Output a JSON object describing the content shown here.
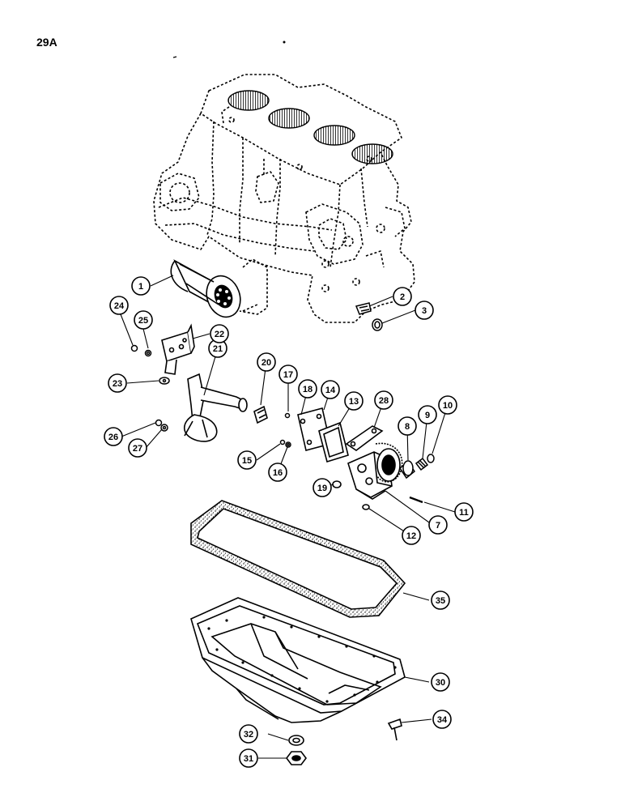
{
  "page": {
    "number": "29A"
  },
  "callouts": [
    {
      "num": "1",
      "part": "oil-filter"
    },
    {
      "num": "2",
      "part": "plug"
    },
    {
      "num": "3",
      "part": "seal"
    },
    {
      "num": "7",
      "part": "oil-pump-body"
    },
    {
      "num": "8",
      "part": "relief-valve-plunger"
    },
    {
      "num": "9",
      "part": "spring"
    },
    {
      "num": "10",
      "part": "cap"
    },
    {
      "num": "11",
      "part": "pin"
    },
    {
      "num": "12",
      "part": "o-ring"
    },
    {
      "num": "13",
      "part": "gasket"
    },
    {
      "num": "14",
      "part": "cover-plate"
    },
    {
      "num": "15",
      "part": "bolt"
    },
    {
      "num": "16",
      "part": "washer"
    },
    {
      "num": "17",
      "part": "washer"
    },
    {
      "num": "18",
      "part": "dowel"
    },
    {
      "num": "19",
      "part": "o-ring"
    },
    {
      "num": "20",
      "part": "fitting"
    },
    {
      "num": "21",
      "part": "suction-tube"
    },
    {
      "num": "22",
      "part": "bracket"
    },
    {
      "num": "23",
      "part": "washer"
    },
    {
      "num": "24",
      "part": "bolt"
    },
    {
      "num": "25",
      "part": "washer"
    },
    {
      "num": "26",
      "part": "nut"
    },
    {
      "num": "27",
      "part": "washer"
    },
    {
      "num": "28",
      "part": "plate"
    },
    {
      "num": "30",
      "part": "oil-pan"
    },
    {
      "num": "31",
      "part": "drain-plug"
    },
    {
      "num": "32",
      "part": "drain-plug-gasket"
    },
    {
      "num": "34",
      "part": "bolt"
    },
    {
      "num": "35",
      "part": "oil-pan-gasket"
    }
  ]
}
